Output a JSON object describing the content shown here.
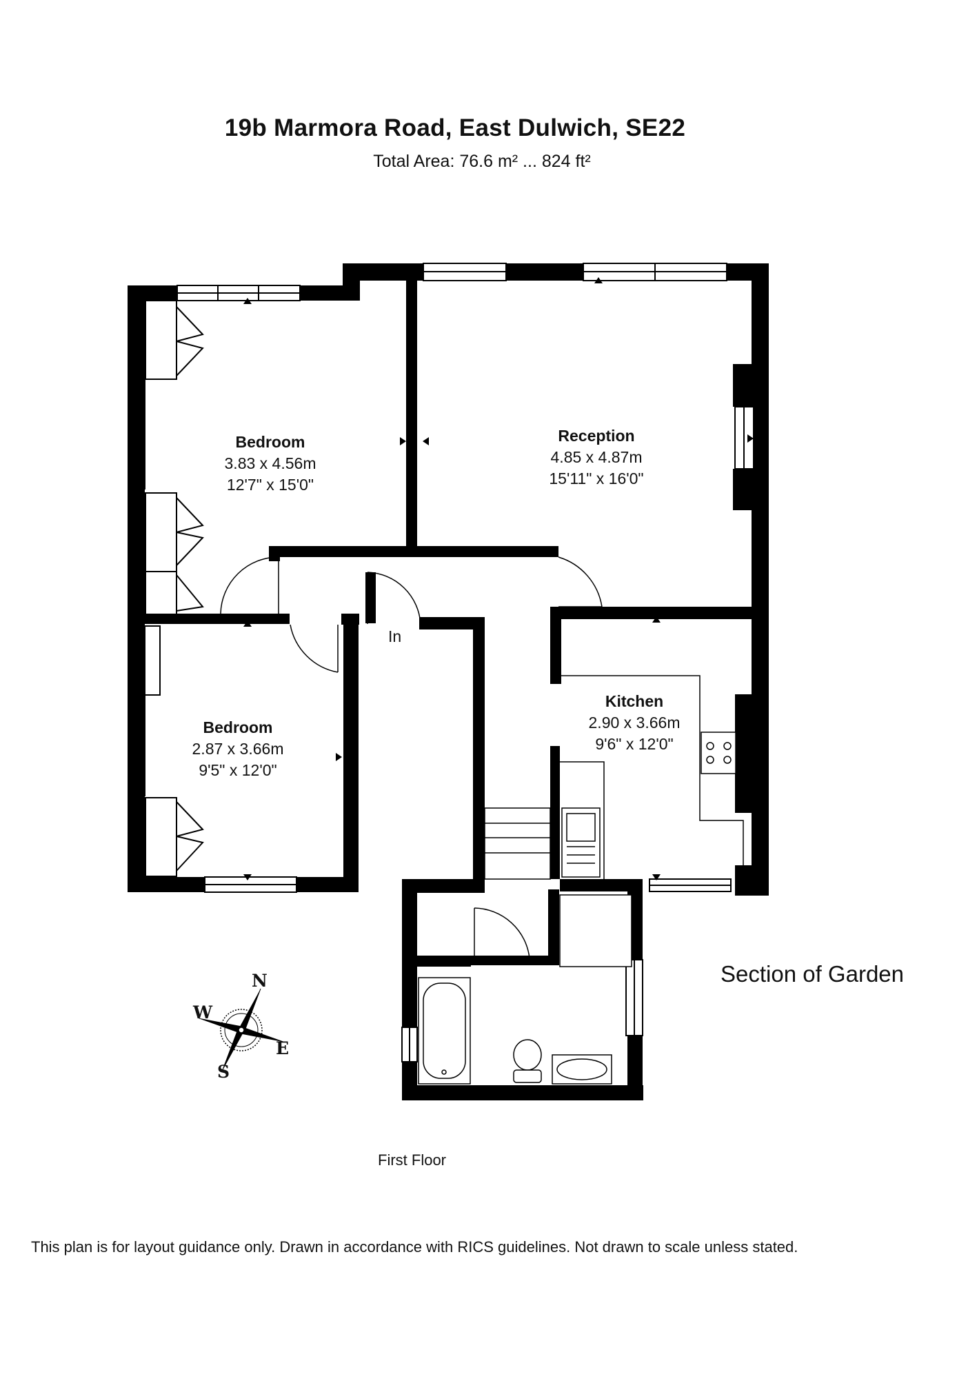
{
  "title": "19b Marmora Road, East Dulwich, SE22",
  "subtitle": "Total Area: 76.6 m² ... 824 ft²",
  "rooms": [
    {
      "name": "Bedroom",
      "metric": "3.83 x 4.56m",
      "imperial": "12'7\" x 15'0\""
    },
    {
      "name": "Reception",
      "metric": "4.85 x 4.87m",
      "imperial": "15'11\" x 16'0\""
    },
    {
      "name": "Bedroom",
      "metric": "2.87 x 3.66m",
      "imperial": "9'5\" x 12'0\""
    },
    {
      "name": "Kitchen",
      "metric": "2.90 x 3.66m",
      "imperial": "9'6\" x 12'0\""
    }
  ],
  "entrance_label": "In",
  "garden_label": "Section of Garden",
  "floor_label": "First Floor",
  "compass": {
    "n": "N",
    "e": "E",
    "s": "S",
    "w": "W"
  },
  "disclaimer": "This plan is for layout guidance only. Drawn in accordance with RICS guidelines. Not drawn to scale unless stated."
}
